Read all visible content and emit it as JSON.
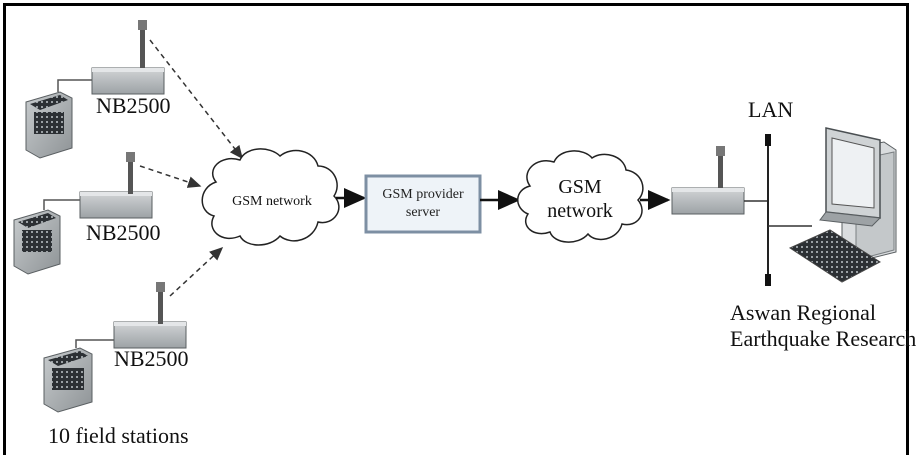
{
  "colors": {
    "frame": "#000000",
    "device_body": "#b7bbbd",
    "device_edge": "#5a5f62",
    "cloud_stroke": "#222222",
    "arrow": "#111111",
    "dashed_arrow": "#333333",
    "server_border": "#7d8fa3",
    "server_fill": "#eef3f8"
  },
  "stations": {
    "modem_labels": [
      "NB2500",
      "NB2500",
      "NB2500"
    ],
    "caption": "10 field stations"
  },
  "clouds": {
    "left": "GSM network",
    "right_line1": "GSM",
    "right_line2": "network"
  },
  "server": {
    "line1": "GSM provider",
    "line2": "server"
  },
  "lan": {
    "label": "LAN"
  },
  "center": {
    "line1": "Aswan Regional",
    "line2": "Earthquake Research"
  },
  "icons": [
    "seismometer-icon",
    "modem-icon",
    "antenna-icon",
    "cloud-icon",
    "server-box",
    "computer-icon"
  ]
}
